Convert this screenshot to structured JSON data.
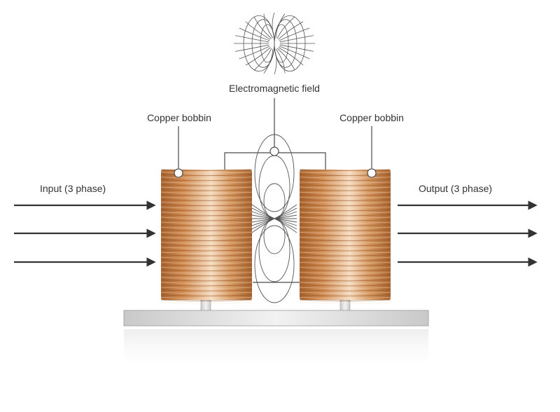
{
  "labels": {
    "field": "Electromagnetic field",
    "bobbin_left": "Copper bobbin",
    "bobbin_right": "Copper bobbin",
    "input": "Input (3 phase)",
    "output": "Output (3 phase)"
  },
  "input_arrows": 3,
  "output_arrows": 3,
  "colors": {
    "copper_dark": "#a8632e",
    "copper_mid": "#d79a63",
    "copper_light": "#f6dcc0",
    "arrow": "#333333",
    "line": "#4a4a4a",
    "base": "#d9d9d9"
  }
}
